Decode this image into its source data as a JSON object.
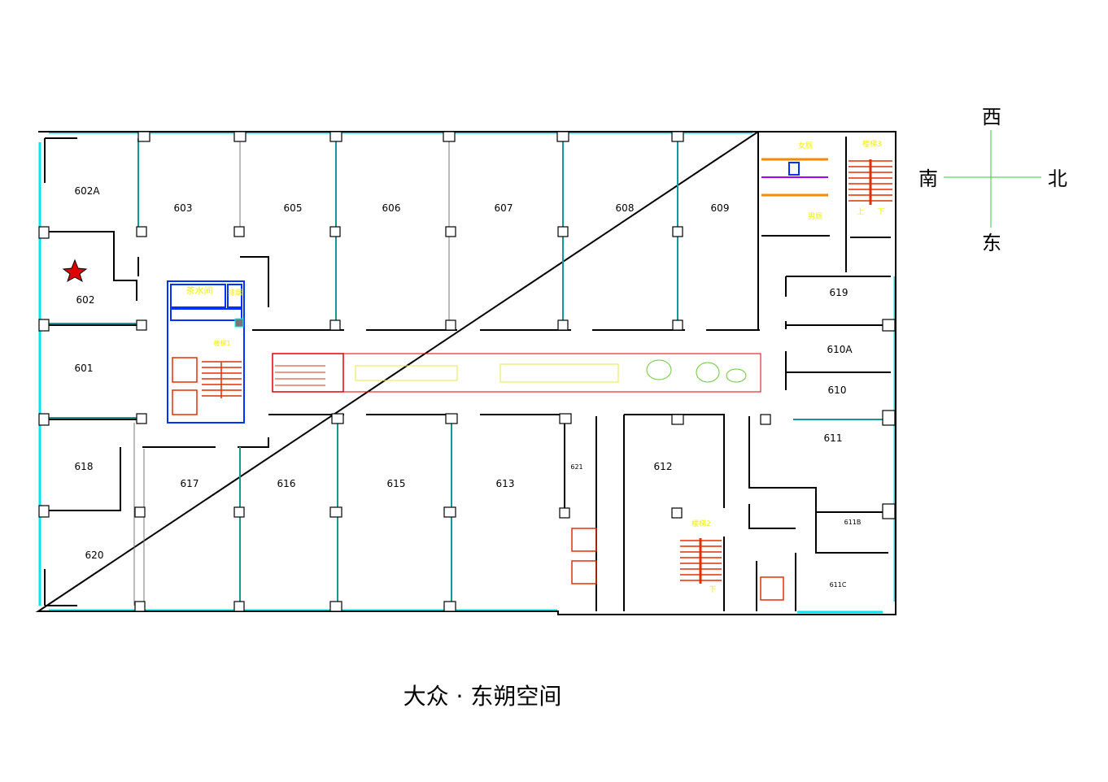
{
  "title": "大众 · 东朔空间",
  "compass": {
    "west": "西",
    "south": "南",
    "north": "北",
    "east": "东"
  },
  "rooms": {
    "r602A": "602A",
    "r603": "603",
    "r605": "605",
    "r606": "606",
    "r607": "607",
    "r608": "608",
    "r609": "609",
    "r602": "602",
    "r601": "601",
    "r618": "618",
    "r620": "620",
    "r617": "617",
    "r616": "616",
    "r615": "615",
    "r613": "613",
    "r621": "621",
    "r612": "612",
    "r611": "611",
    "r611B": "611B",
    "r611C": "611C",
    "r610": "610",
    "r610A": "610A",
    "r619": "619"
  },
  "facilities": {
    "tea_room": "茶水间",
    "smoke_exhaust": "排烟",
    "stair1": "楼梯1",
    "stair2": "楼梯2",
    "stair3": "楼梯3",
    "womens_wc": "女厕",
    "mens_wc": "男厕",
    "up": "上",
    "down": "下"
  },
  "colors": {
    "wall": "#000000",
    "glass": "#00e5ee",
    "stairs": "#e03000",
    "core": "#0033ff",
    "label": "#f0f000",
    "marker": "#e00000"
  }
}
